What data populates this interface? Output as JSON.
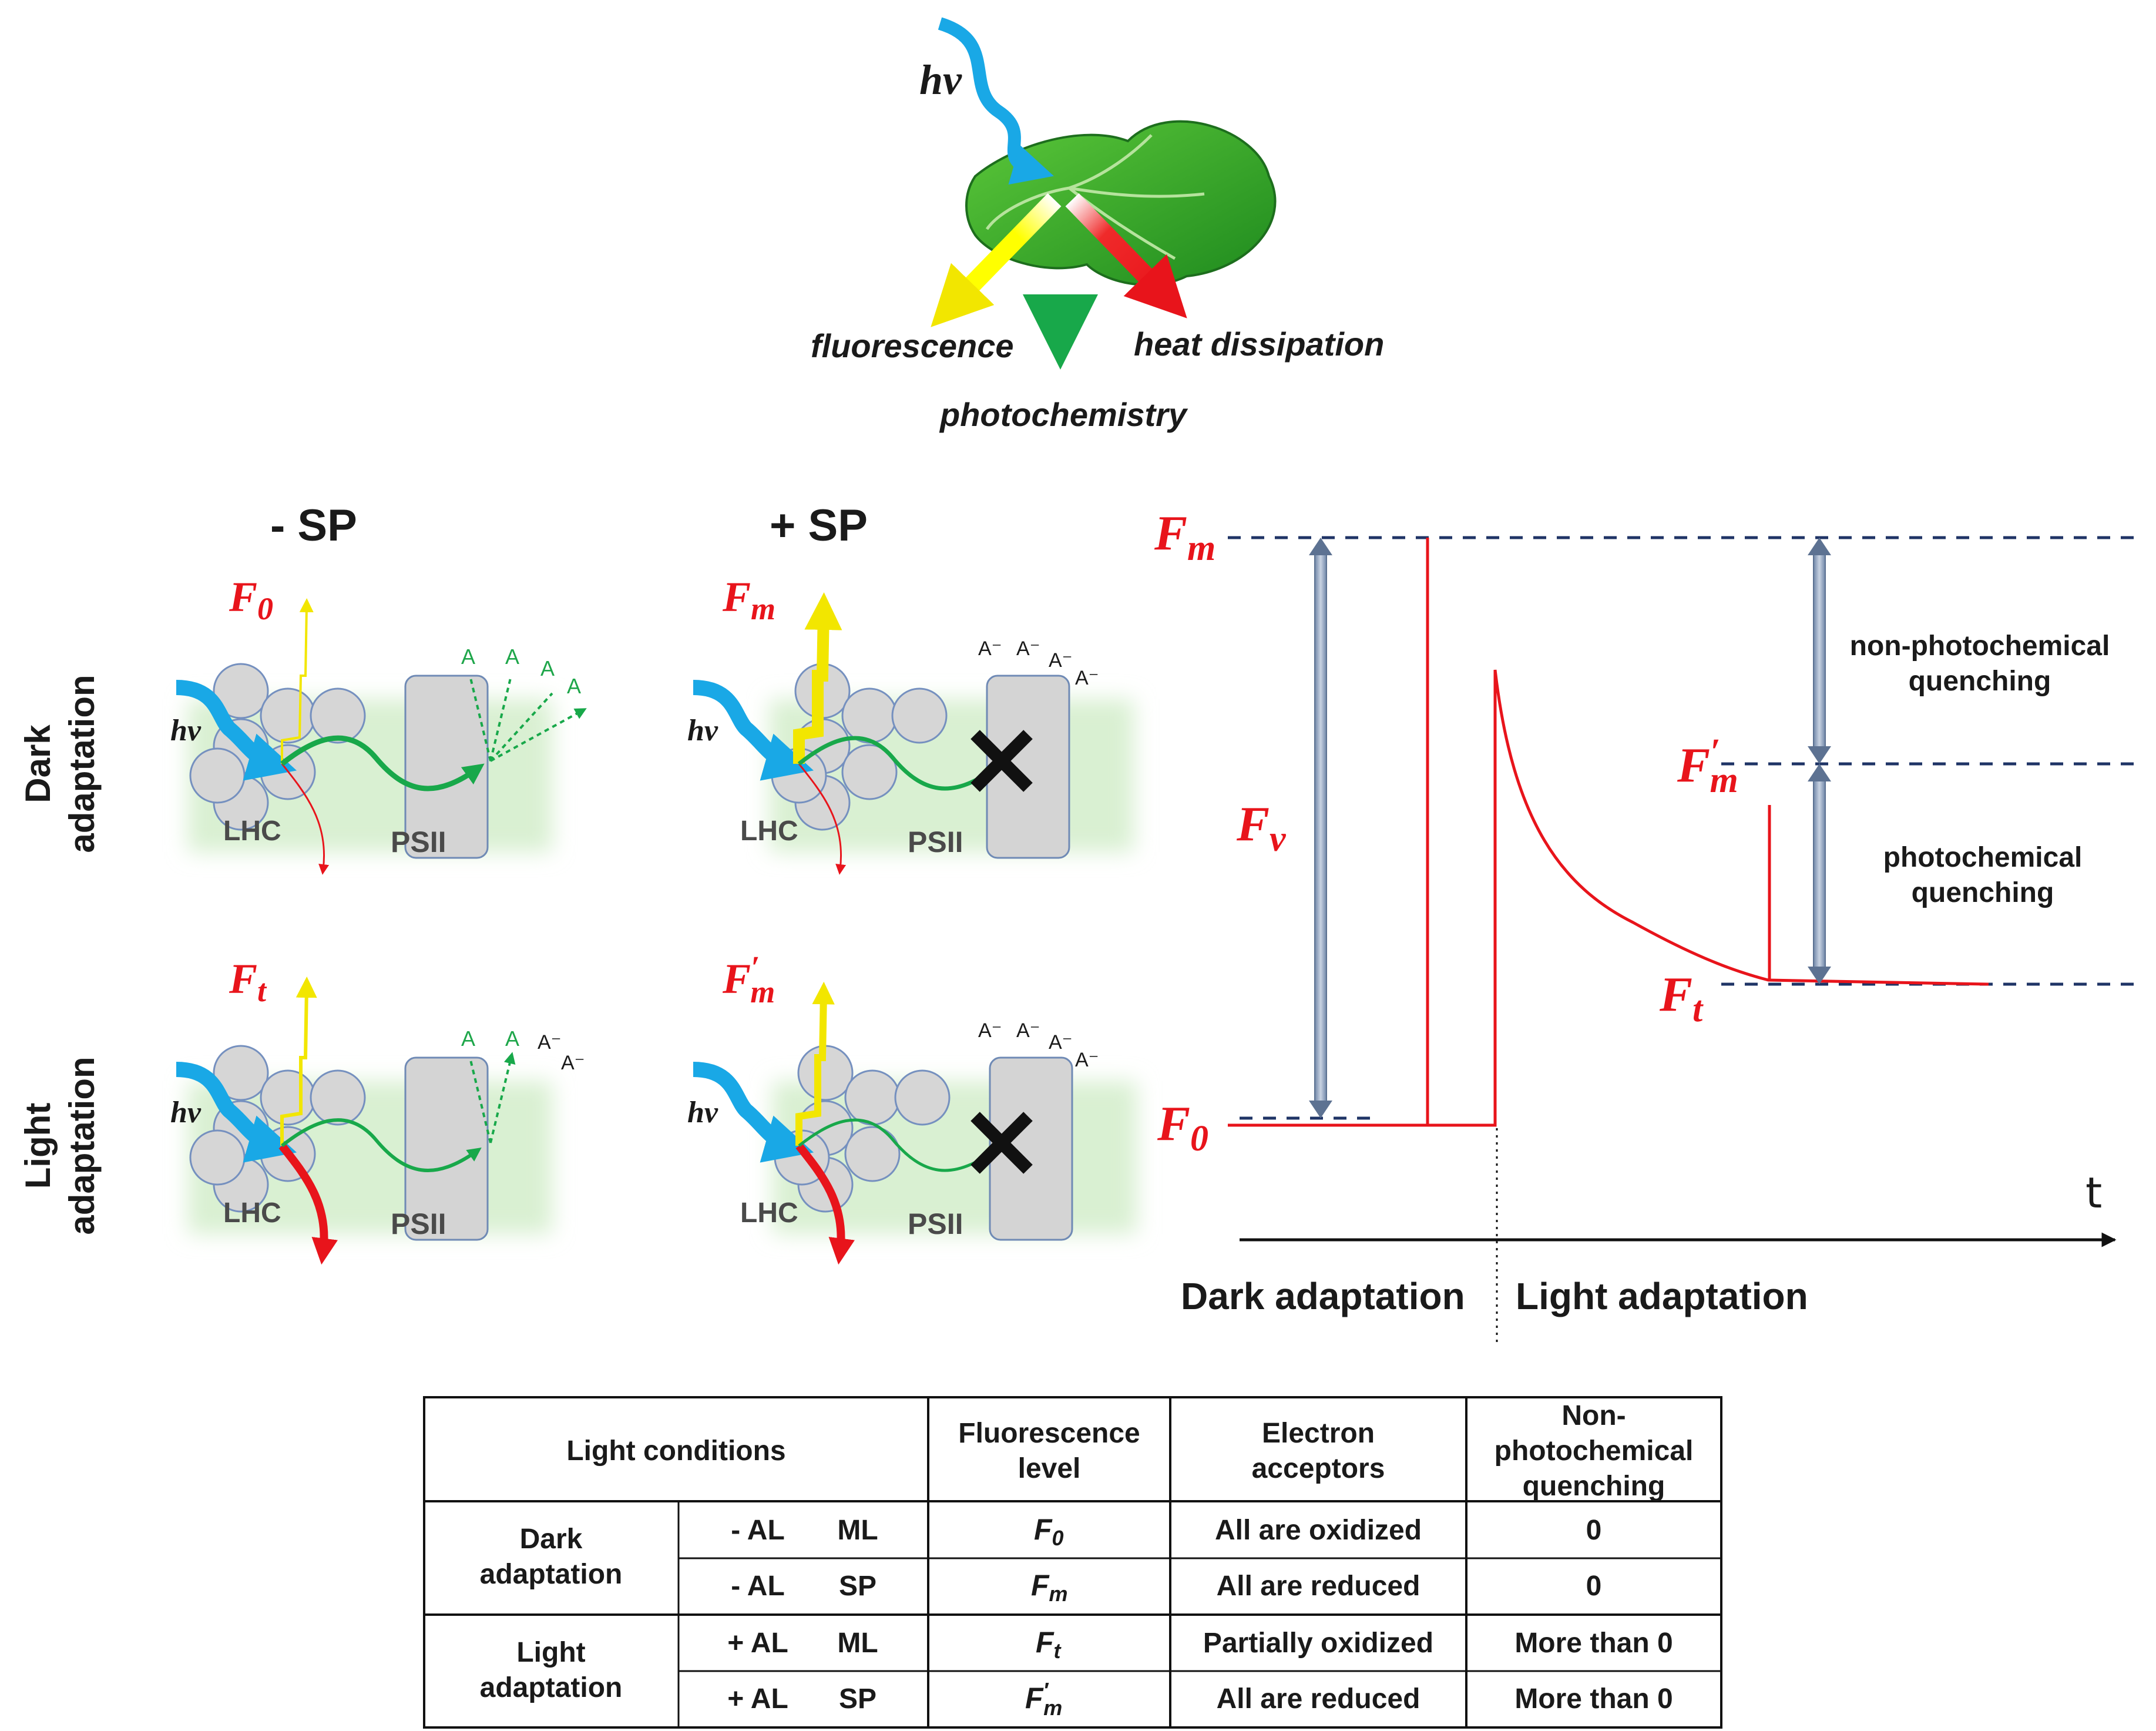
{
  "top": {
    "hv": "hν",
    "fluorescence": "fluorescence",
    "photochemistry": "photochemistry",
    "heat": "heat dissipation"
  },
  "panels": {
    "col_minus": "- SP",
    "col_plus": "+ SP",
    "row_dark_1": "Dark",
    "row_dark_2": "adaptation",
    "row_light_1": "Light",
    "row_light_2": "adaptation",
    "hv": "hν",
    "lhc": "LHC",
    "psii": "PSII",
    "acceptor": "A",
    "acceptor_reduced": "A⁻",
    "f0": "F",
    "f0_sub": "0",
    "fm": "F",
    "fm_sub": "m",
    "ft": "F",
    "ft_sub": "t",
    "fmp": "F",
    "fmp_sup": "′",
    "fmp_sub": "m"
  },
  "trace": {
    "fm": "F",
    "fm_sub": "m",
    "fv": "F",
    "fv_sub": "v",
    "f0": "F",
    "f0_sub": "0",
    "fmp": "F",
    "fmp_sup": "′",
    "fmp_sub": "m",
    "ft": "F",
    "ft_sub": "t",
    "npq_1": "non-photochemical",
    "npq_2": "quenching",
    "pq_1": "photochemical",
    "pq_2": "quenching",
    "t": "t",
    "dark": "Dark adaptation",
    "light": "Light adaptation"
  },
  "table": {
    "headers": {
      "light_conditions": "Light conditions",
      "fluor_1": "Fluorescence",
      "fluor_2": "level",
      "acc_1": "Electron",
      "acc_2": "acceptors",
      "npq_1": "Non-",
      "npq_2": "photochemical",
      "npq_3": "quenching"
    },
    "groups": [
      {
        "line1": "Dark",
        "line2": "adaptation"
      },
      {
        "line1": "Light",
        "line2": "adaptation"
      }
    ],
    "rows": [
      {
        "al": "- AL",
        "light": "ML",
        "level": "F",
        "level_sub": "0",
        "level_sup": "",
        "acceptors": "All are oxidized",
        "npq": "0"
      },
      {
        "al": "- AL",
        "light": "SP",
        "level": "F",
        "level_sub": "m",
        "level_sup": "",
        "acceptors": "All are reduced",
        "npq": "0"
      },
      {
        "al": "+ AL",
        "light": "ML",
        "level": "F",
        "level_sub": "t",
        "level_sup": "",
        "acceptors": "Partially oxidized",
        "npq": "More than 0"
      },
      {
        "al": "+ AL",
        "light": "SP",
        "level": "F",
        "level_sub": "m",
        "level_sup": "′",
        "acceptors": "All are reduced",
        "npq": "More than 0"
      }
    ]
  },
  "colors": {
    "light_blue": "#19a8e6",
    "fluorescence_yellow": "#ffff00",
    "photochem_green": "#18a84a",
    "heat_red": "#e8141b",
    "trace_red": "#e8141b",
    "dashed_navy": "#1f3466",
    "arrow_grey": "#8fa3bf"
  }
}
